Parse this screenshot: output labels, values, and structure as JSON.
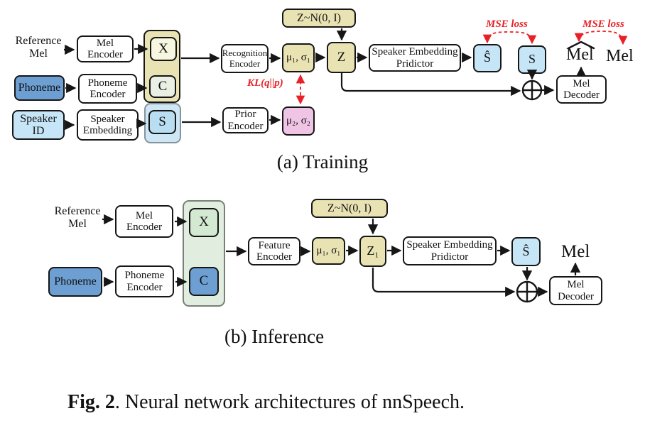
{
  "colors": {
    "khaki": "#e9e3b4",
    "pale_yellow": "#f7f6e0",
    "pale_green": "#eaf1e4",
    "light_blue_panel": "#cfe6f4",
    "light_blue_box": "#b9def2",
    "sky_blue": "#c6e6f8",
    "medium_blue": "#6d9fd3",
    "pink": "#efc4e4",
    "mint_panel": "#e0eddf",
    "mint_box": "#d4e9d2",
    "annotation_red": "#e92127",
    "line_black": "#161616"
  },
  "training": {
    "caption": "(a) Training",
    "reference_mel": "Reference\nMel",
    "mel_encoder": "Mel\nEncoder",
    "phoneme": "Phoneme",
    "phoneme_encoder": "Phoneme\nEncoder",
    "speaker_id": "Speaker\nID",
    "speaker_embedding": "Speaker\nEmbedding",
    "x": "X",
    "c": "C",
    "s": "S",
    "recognition_encoder": "Recognition\nEncoder",
    "mu_sigma_1": "μ₁, σ₁",
    "z_prior": "Z~N(0, I)",
    "z": "Z",
    "prior_encoder": "Prior\nEncoder",
    "mu_sigma_2": "μ₂, σ₂",
    "kl_label": "KL(q||p)",
    "speaker_embedding_predictor": "Speaker Embedding\nPridictor",
    "s_hat": "Ŝ",
    "s_true": "S",
    "mse_loss_left": "MSE loss",
    "mse_loss_right": "MSE loss",
    "mel_hat": "Mel",
    "mel": "Mel",
    "mel_decoder": "Mel\nDecoder"
  },
  "inference": {
    "caption": "(b) Inference",
    "reference_mel": "Reference\nMel",
    "mel_encoder": "Mel\nEncoder",
    "phoneme": "Phoneme",
    "phoneme_encoder": "Phoneme\nEncoder",
    "x": "X",
    "c": "C",
    "feature_encoder": "Feature\nEncoder",
    "mu_sigma_1": "μ₁, σ₁",
    "z_prior": "Z~N(0, I)",
    "z1": "Z₁",
    "speaker_embedding_predictor": "Speaker Embedding\nPridictor",
    "s_hat": "Ŝ",
    "mel": "Mel",
    "mel_decoder": "Mel\nDecoder"
  },
  "figure_caption": {
    "label": "Fig. 2",
    "text": ". Neural network architectures of nnSpeech."
  }
}
